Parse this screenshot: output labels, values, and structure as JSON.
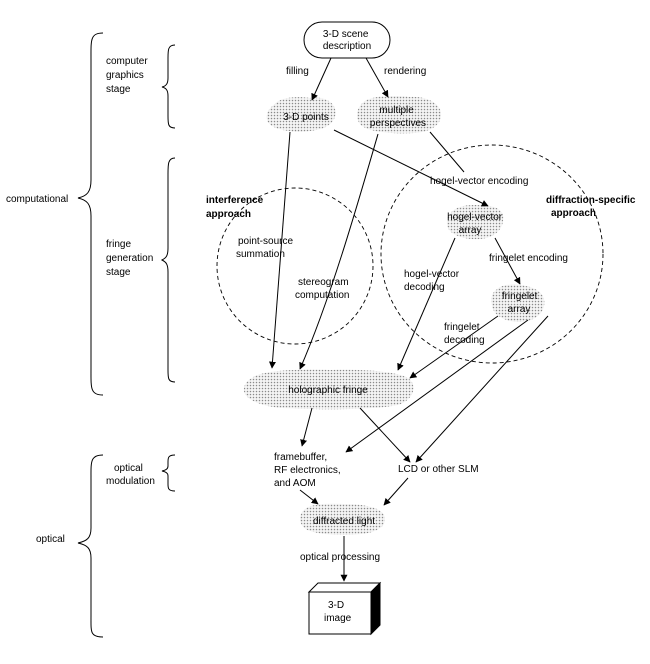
{
  "nodes": {
    "scene_description": [
      "3-D scene",
      "description"
    ],
    "points_3d": [
      "3-D points"
    ],
    "multiple_perspectives": [
      "multiple",
      "perspectives"
    ],
    "hogel_vector_array": [
      "hogel-vector",
      "array"
    ],
    "fringelet_array": [
      "fringelet",
      "array"
    ],
    "holographic_fringe": [
      "holographic fringe"
    ],
    "framebuffer": [
      "framebuffer,",
      "RF electronics,",
      "and AOM"
    ],
    "lcd_slm": [
      "LCD or other SLM"
    ],
    "diffracted_light": [
      "diffracted light"
    ],
    "image_3d": [
      "3-D",
      "image"
    ]
  },
  "edge_labels": {
    "filling": [
      "filling"
    ],
    "rendering": [
      "rendering"
    ],
    "hogel_vector_encoding": [
      "hogel-vector encoding"
    ],
    "point_source_summation": [
      "point-source",
      "summation"
    ],
    "stereogram_computation": [
      "stereogram",
      "computation"
    ],
    "hogel_vector_decoding": [
      "hogel-vector",
      "decoding"
    ],
    "fringelet_encoding": [
      "fringelet encoding"
    ],
    "fringelet_decoding": [
      "fringelet",
      "decoding"
    ],
    "optical_processing": [
      "optical processing"
    ]
  },
  "approaches": {
    "interference": [
      "interference",
      "approach"
    ],
    "diffraction_specific": [
      "diffraction-specific",
      "approach"
    ]
  },
  "stages": {
    "computational": [
      "computational"
    ],
    "computer_graphics_stage": [
      "computer",
      "graphics",
      "stage"
    ],
    "fringe_generation_stage": [
      "fringe",
      "generation",
      "stage"
    ],
    "optical": [
      "optical"
    ],
    "optical_modulation": [
      "optical",
      "modulation"
    ]
  }
}
